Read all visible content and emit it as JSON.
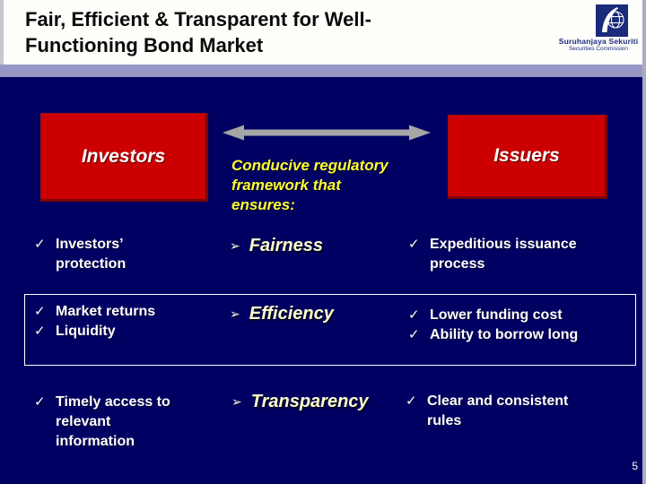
{
  "slide": {
    "title_lines": [
      "Fair, Efficient & Transparent for Well-",
      "Functioning Bond Market"
    ],
    "page_number": "5"
  },
  "logo": {
    "name": "Suruhanjaya Sekuriti",
    "subtitle": "Securities Commission"
  },
  "diagram": {
    "left_box_label": "Investors",
    "right_box_label": "Issuers",
    "center_caption": "Conducive regulatory framework that ensures:"
  },
  "icons": {
    "check": "✓",
    "arrow_bullet": "➢"
  },
  "rows": [
    {
      "investor_items": [
        "Investors’ protection"
      ],
      "principle": "Fairness",
      "issuer_items": [
        "Expeditious issuance process"
      ]
    },
    {
      "investor_items": [
        "Market returns",
        "Liquidity"
      ],
      "principle": "Efficiency",
      "issuer_items": [
        "Lower funding cost",
        "Ability to borrow long"
      ]
    },
    {
      "investor_items": [
        "Timely access to relevant information"
      ],
      "principle": "Transparency",
      "issuer_items": [
        "Clear and consistent rules"
      ]
    }
  ],
  "colors": {
    "background": "#000063",
    "accent_bar": "#9797C6",
    "box_red": "#CC0000",
    "bright_yellow": "#FFFF33",
    "pale_yellow": "#FFFFCC",
    "arrow_gray": "#A6A6A6",
    "highlight_border": "#FFFFFF"
  }
}
